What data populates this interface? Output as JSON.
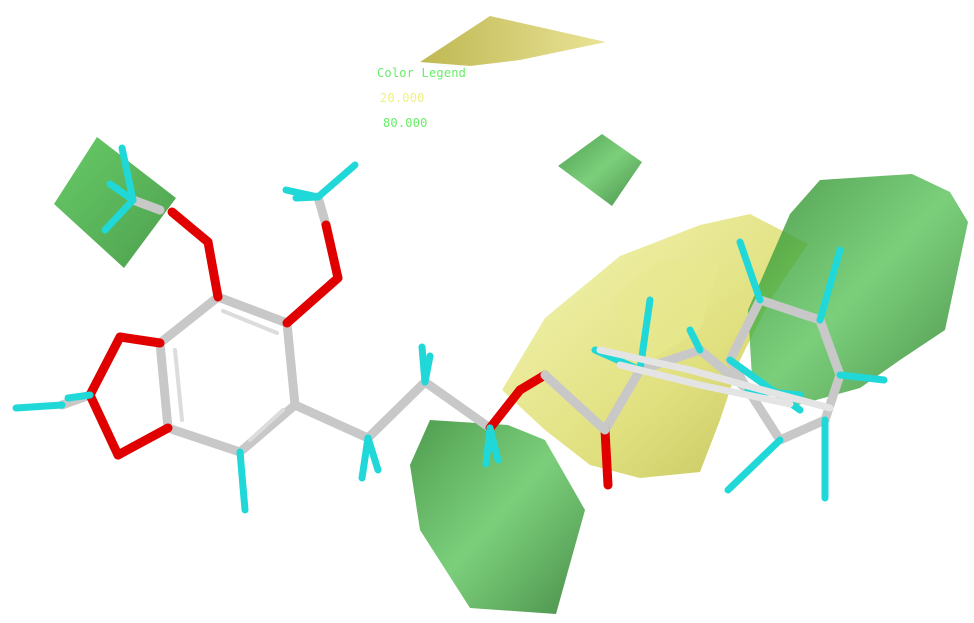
{
  "legend": {
    "title": "Color Legend",
    "values": [
      {
        "label": "20.000",
        "color": "#f0f080"
      },
      {
        "label": "80.000",
        "color": "#66ee66"
      }
    ]
  },
  "colors": {
    "title": "#66ee66",
    "carbon": "#c8c8c8",
    "oxygen": "#e00000",
    "hydrogen": "#20d8d8",
    "green_contour": "#3c9a3c",
    "yellow_contour": "#d8d860"
  }
}
